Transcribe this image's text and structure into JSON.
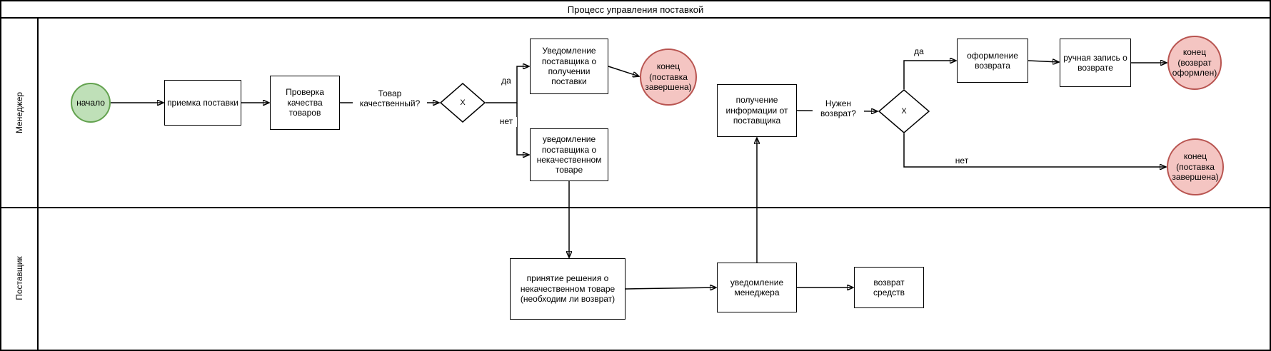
{
  "title": "Процесс управления поставкой",
  "lanes": {
    "manager": "Менеджер",
    "supplier": "Поставщик"
  },
  "nodes": {
    "start": "начало",
    "receive_delivery": "приемка поставки",
    "quality_check": "Проверка качества товаров",
    "gateway_quality": "X",
    "notify_supplier_received": "Уведомление поставщика о получении поставки",
    "end_delivery_complete_1": "конец (поставка завершена)",
    "notify_supplier_defective": "уведомление поставщика о некачественном товаре",
    "decide_return": "принятие решения о некачественном товаре (необходим ли возврат)",
    "notify_manager": "уведомление менеджера",
    "refund": "возврат средств",
    "receive_info_from_supplier": "получение информации от поставщика",
    "gateway_return": "X",
    "process_return": "оформление возврата",
    "manual_return_record": "ручная запись о возврате",
    "end_return_processed": "конец (возврат оформлен)",
    "end_delivery_complete_2": "конец (поставка завершена)"
  },
  "edge_labels": {
    "quality_question": "Товар качественный?",
    "quality_yes": "да",
    "quality_no": "нет",
    "return_question": "Нужен возврат?",
    "return_yes": "да",
    "return_no": "нет"
  },
  "colors": {
    "start_fill": "#bfe0b8",
    "start_stroke": "#63a24f",
    "end_fill": "#f4c5c2",
    "end_stroke": "#b85450"
  }
}
